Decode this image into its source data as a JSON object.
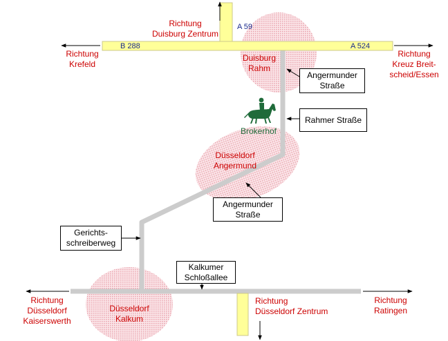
{
  "roads": {
    "b288": "B 288",
    "a524": "A 524",
    "a59": "A 59"
  },
  "directions": {
    "duisburg_zentrum": "Richtung\nDuisburg Zentrum",
    "krefeld": "Richtung\nKrefeld",
    "kreuz_breitscheid": "Richtung\nKreuz Breit-\nscheid/Essen",
    "duesseldorf_kaiserswerth": "Richtung\nDüsseldorf\nKaiserswerth",
    "duesseldorf_zentrum": "Richtung\nDüsseldorf Zentrum",
    "ratingen": "Richtung\nRatingen"
  },
  "places": {
    "duisburg_rahm": "Duisburg\nRahm",
    "duesseldorf_angermund": "Düsseldorf\nAngermund",
    "duesseldorf_kalkum": "Düsseldorf\nKalkum",
    "brokerhof": "Brokerhof"
  },
  "streets": {
    "angermunder_1": "Angermunder\nStraße",
    "rahmer": "Rahmer Straße",
    "angermunder_2": "Angermunder\nStraße",
    "gerichtsschreiberweg": "Gerichts-\nschreiberweg",
    "kalkumer_schlossallee": "Kalkumer\nSchloßallee"
  },
  "colors": {
    "highway_fill": "#ffff99",
    "local_road": "#cccccc",
    "district_area": "#f2b8c0",
    "label_red": "#cc0000",
    "label_green": "#1f6b3a",
    "label_blue": "#1a2a8c"
  },
  "icons": {
    "brokerhof": "horse-rider-icon"
  }
}
